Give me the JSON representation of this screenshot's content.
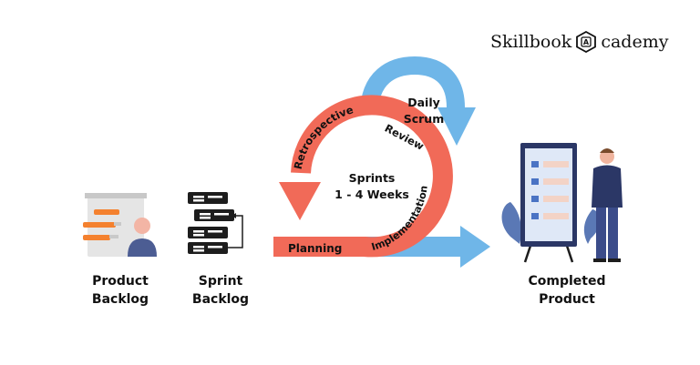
{
  "brand": {
    "name_left": "Skillbook",
    "name_right": "cademy",
    "mark_letter": "A"
  },
  "items": {
    "product_backlog": {
      "line1": "Product",
      "line2": "Backlog"
    },
    "sprint_backlog": {
      "line1": "Sprint",
      "line2": "Backlog"
    },
    "completed_product": {
      "line1": "Completed",
      "line2": "Product"
    }
  },
  "cycle": {
    "daily_scrum": {
      "line1": "Daily",
      "line2": "Scrum"
    },
    "sprints": {
      "line1": "Sprints",
      "line2": "1 - 4 Weeks"
    },
    "stages": {
      "planning": "Planning",
      "implementation": "Implementation",
      "review": "Review",
      "retrospective": "Retrospective"
    }
  },
  "colors": {
    "cycle": "#f16a58",
    "daily_arrow": "#6fb6e8",
    "backlog_orange": "#f4812f",
    "navy": "#2b3766",
    "dark": "#1d1d1d"
  }
}
